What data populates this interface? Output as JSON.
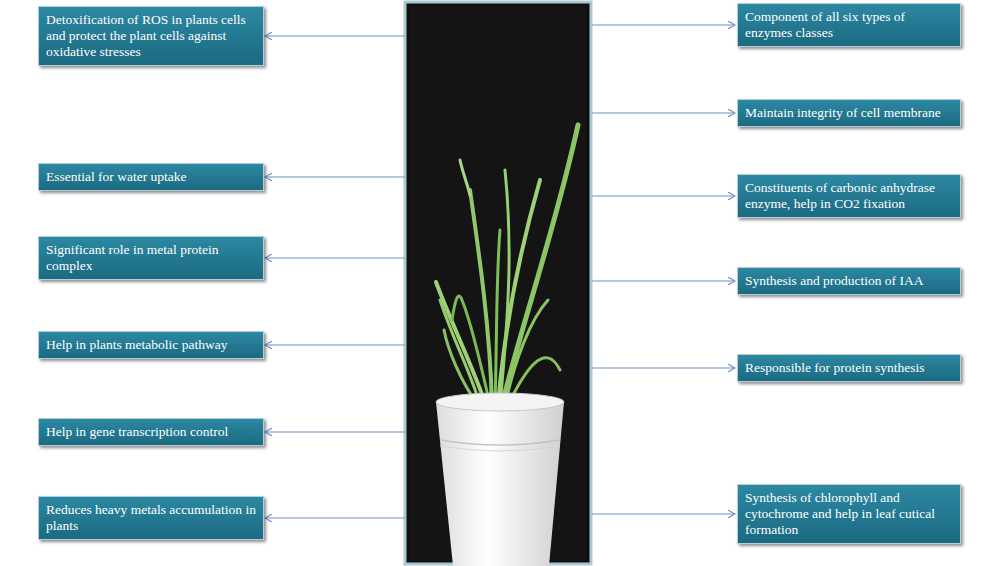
{
  "diagram": {
    "nodes": [
      {
        "text": [
          "Detoxification of ROS in plants cells and protect the plant cells against oxidative stresses"
        ]
      },
      {
        "text": [
          "Essential for water uptake"
        ]
      },
      {
        "text": [
          "Significant role in metal protein complex"
        ]
      },
      {
        "text": [
          "Help in plants metabolic pathway"
        ]
      },
      {
        "text": [
          "Help in gene transcription control"
        ]
      },
      {
        "text": [
          "Reduces heavy metals accumulation in plants"
        ]
      },
      {
        "text": [
          "Component of all six types of enzymes classes"
        ]
      },
      {
        "text": [
          "Maintain integrity of cell membrane"
        ]
      },
      {
        "text": [
          "Constituents of carbonic anhydrase enzyme, help in CO2 fixation"
        ]
      },
      {
        "text": [
          "Synthesis and production of IAA"
        ]
      },
      {
        "text": [
          "Responsible for protein synthesis"
        ]
      },
      {
        "text": [
          "Synthesis of chlorophyll and cytochrome and help in leaf cutical formation"
        ]
      }
    ]
  }
}
